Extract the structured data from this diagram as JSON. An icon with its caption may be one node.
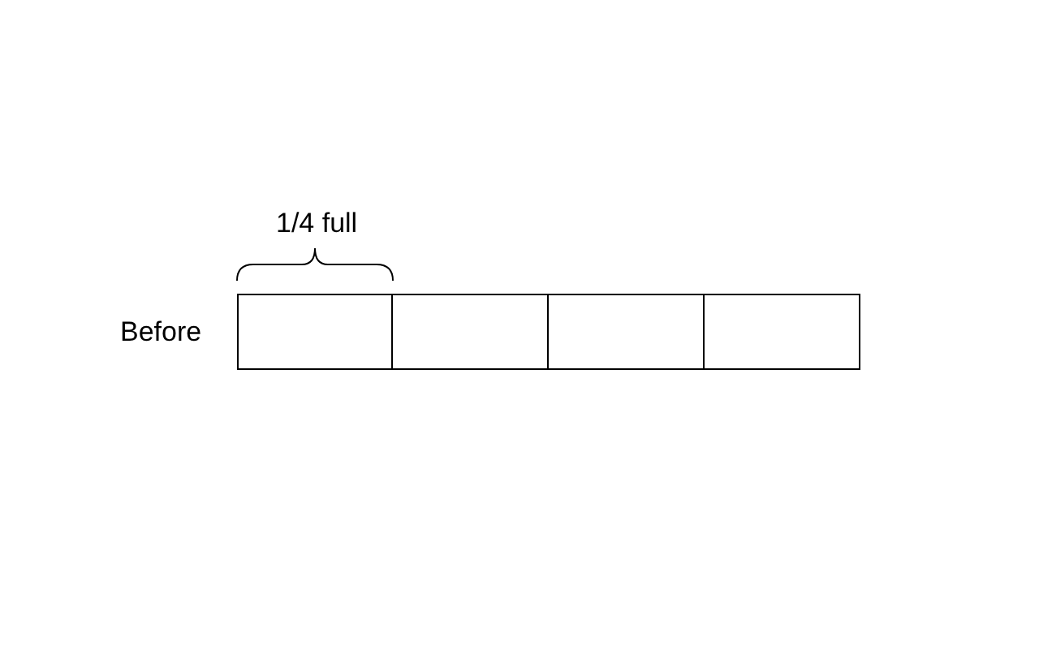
{
  "diagram": {
    "nodes": [
      {
        "text": [],
        "shape": "box"
      },
      {
        "text": [],
        "shape": "box"
      },
      {
        "text": [],
        "shape": "box"
      },
      {
        "text": [],
        "shape": "box"
      }
    ],
    "edges": [],
    "labels": [
      "1/4 full",
      "Before"
    ]
  }
}
